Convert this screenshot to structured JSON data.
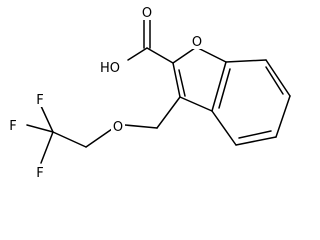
{
  "structure": {
    "atoms": [
      {
        "id": "o_carbonyl",
        "label": "O"
      },
      {
        "id": "o_hydroxyl",
        "label": "HO"
      },
      {
        "id": "o_ring",
        "label": "O"
      },
      {
        "id": "o_ether",
        "label": "O"
      },
      {
        "id": "f_top",
        "label": "F"
      },
      {
        "id": "f_left",
        "label": "F"
      },
      {
        "id": "f_bottom",
        "label": "F"
      }
    ]
  },
  "colors": {
    "bond": "#000000",
    "background": "#ffffff"
  }
}
